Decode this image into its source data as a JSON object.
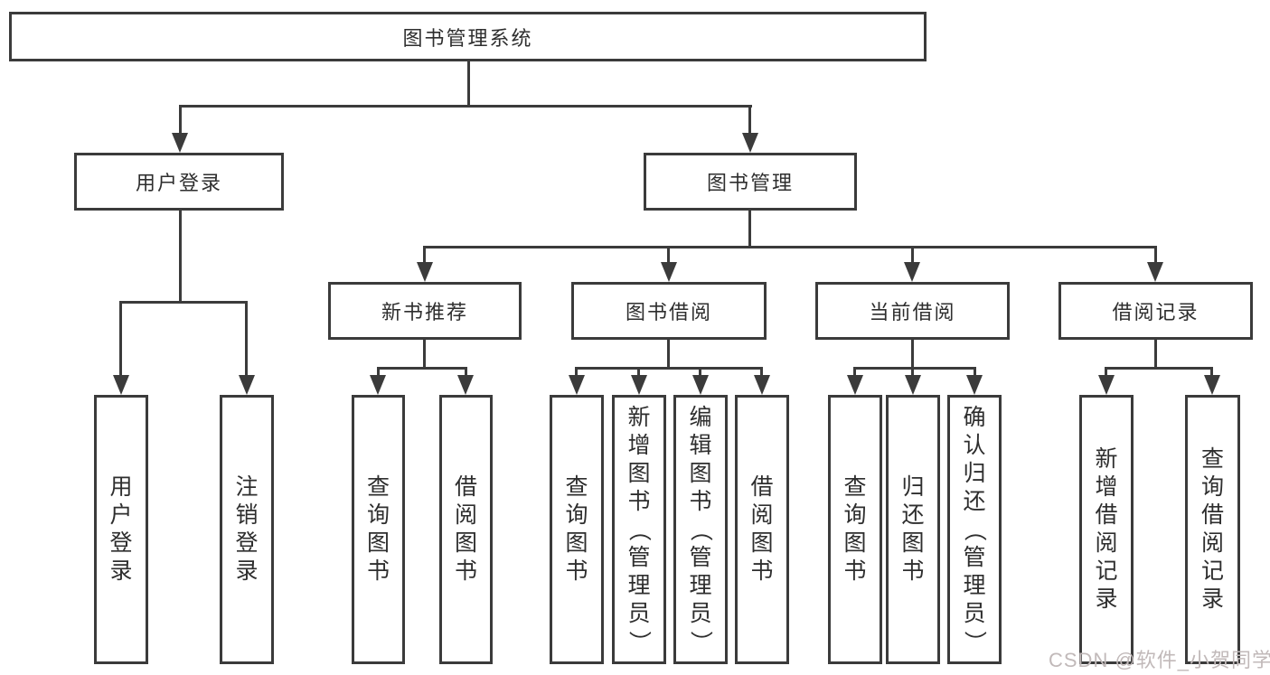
{
  "diagram_title": "图书管理系统",
  "watermark": "CSDN @软件_小贺同学",
  "colors": {
    "line": "#3b3b3b",
    "text": "#2e2e2e",
    "box_bg": "#ffffff",
    "watermark": "#c1b9b9"
  },
  "tree": {
    "root": {
      "label": "图书管理系统"
    },
    "branches": [
      {
        "label": "用户登录",
        "children": [
          {
            "label": "用户登录"
          },
          {
            "label": "注销登录"
          }
        ]
      },
      {
        "label": "图书管理",
        "children": [
          {
            "label": "新书推荐",
            "children": [
              {
                "label": "查询图书"
              },
              {
                "label": "借阅图书"
              }
            ]
          },
          {
            "label": "图书借阅",
            "children": [
              {
                "label": "查询图书"
              },
              {
                "label": "新增图书（管理员）"
              },
              {
                "label": "编辑图书（管理员）"
              },
              {
                "label": "借阅图书"
              }
            ]
          },
          {
            "label": "当前借阅",
            "children": [
              {
                "label": "查询图书"
              },
              {
                "label": "归还图书"
              },
              {
                "label": "确认归还（管理员）"
              }
            ]
          },
          {
            "label": "借阅记录",
            "children": [
              {
                "label": "新增借阅记录"
              },
              {
                "label": "查询借阅记录"
              }
            ]
          }
        ]
      }
    ]
  }
}
